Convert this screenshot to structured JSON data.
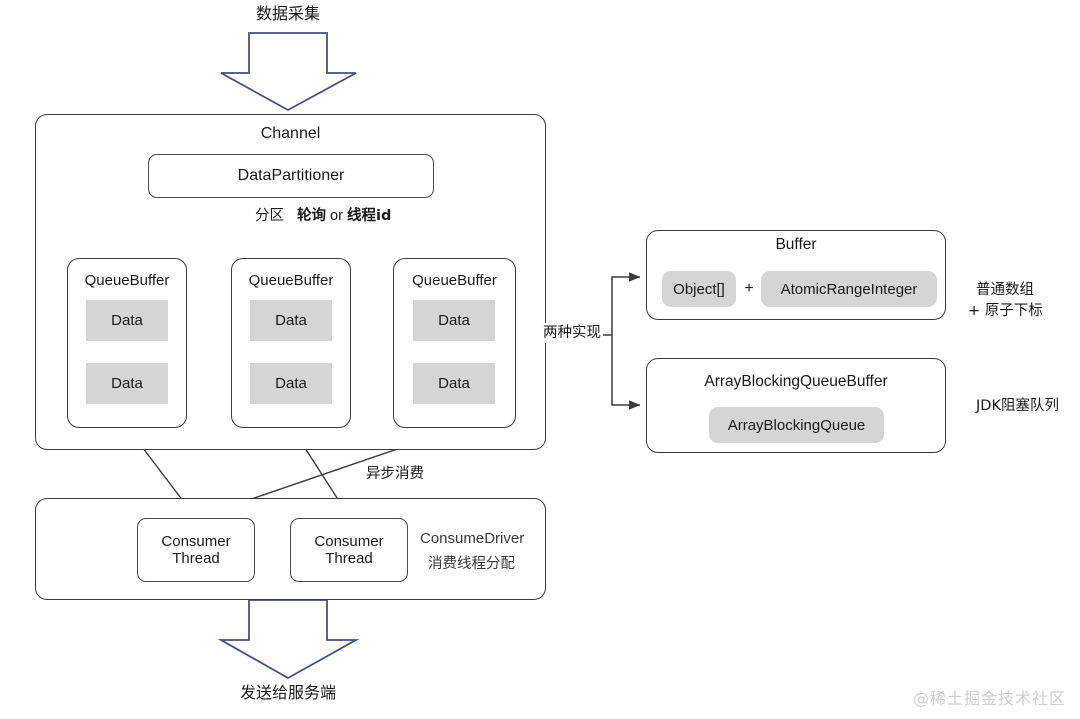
{
  "diagram": {
    "title_top_arrow_label": "数据采集",
    "bottom_arrow_label": "发送给服务端",
    "watermark": "@稀土掘金技术社区",
    "channel": {
      "title": "Channel",
      "partitioner": {
        "label": "DataPartitioner"
      },
      "partition_label": "分区",
      "strategy_label_bold_1": "轮询",
      "strategy_label_or": "or",
      "strategy_label_bold_2": "线程id",
      "queue_buffers": [
        {
          "title": "QueueBuffer",
          "items": [
            "Data",
            "Data"
          ]
        },
        {
          "title": "QueueBuffer",
          "items": [
            "Data",
            "Data"
          ]
        },
        {
          "title": "QueueBuffer",
          "items": [
            "Data",
            "Data"
          ]
        }
      ]
    },
    "impl_branch_label": "两种实现",
    "implementations": [
      {
        "title": "Buffer",
        "chips": [
          "Object[]",
          "AtomicRangeInteger"
        ],
        "plus": "+",
        "note": "普通数组\n+ 原子下标",
        "note_line1": "普通数组",
        "note_line2": "+ 原子下标"
      },
      {
        "title": "ArrayBlockingQueueBuffer",
        "chips": [
          "ArrayBlockingQueue"
        ],
        "note_line1": "JDK阻塞队列"
      }
    ],
    "async_label": "异步消费",
    "consume_driver": {
      "title": "ConsumeDriver",
      "subtitle": "消费线程分配",
      "threads": [
        {
          "line1": "Consumer",
          "line2": "Thread"
        },
        {
          "line1": "Consumer",
          "line2": "Thread"
        }
      ]
    },
    "colors": {
      "arrow_big_stroke": "#4a4e7a",
      "box_stroke": "#3b3b3b",
      "chip_fill": "#d5d5d5",
      "connector_stroke": "#3b3b3b",
      "text": "#1a1a1a",
      "watermark": "#cfcfcf"
    }
  }
}
